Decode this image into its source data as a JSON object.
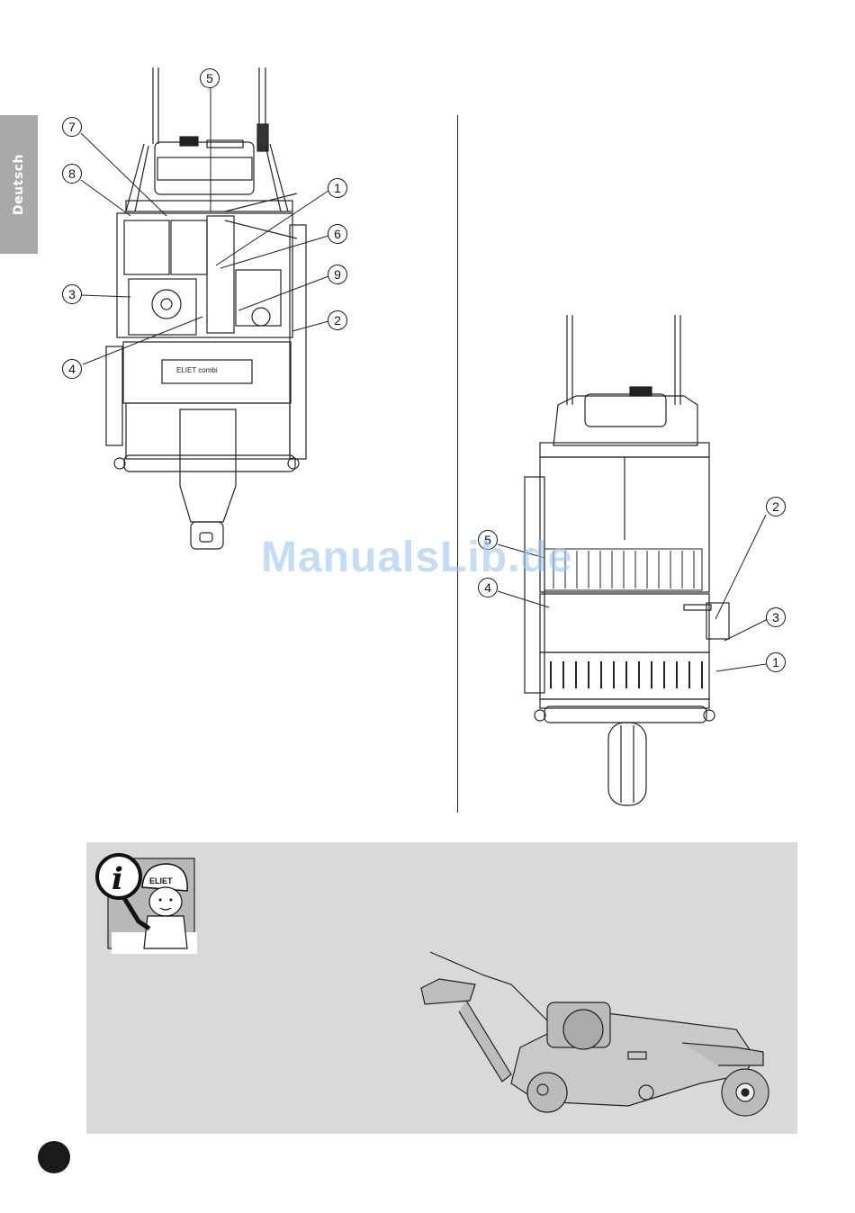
{
  "side_tab": {
    "label": "Deutsch"
  },
  "figure_left": {
    "callouts": [
      "5",
      "7",
      "8",
      "1",
      "6",
      "9",
      "3",
      "2",
      "4"
    ],
    "logo_text": "ELIET combi"
  },
  "figure_right": {
    "callouts": [
      "2",
      "5",
      "4",
      "3",
      "1"
    ]
  },
  "info_box": {
    "mascot_badge": "ELIET",
    "info_icon": "i"
  },
  "watermark": "ManualsLib.de"
}
